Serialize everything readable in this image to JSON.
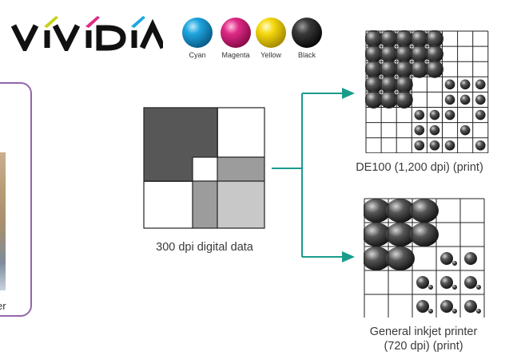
{
  "inks": [
    {
      "name": "Cyan",
      "color": "#1fa6de"
    },
    {
      "name": "Magenta",
      "color": "#e02a86"
    },
    {
      "name": "Yellow",
      "color": "#f6d90e"
    },
    {
      "name": "Black",
      "color": "#2a2a2a"
    }
  ],
  "logo": {
    "text": "VIVIDIA"
  },
  "left_panel": {
    "text_fragment": "er"
  },
  "source": {
    "caption": "300 dpi digital data"
  },
  "outputs": [
    {
      "caption": "DE100 (1,200 dpi) (print)"
    },
    {
      "caption_line1": "General inkjet printer",
      "caption_line2": "(720 dpi) (print)"
    }
  ],
  "colors": {
    "arrow": "#1a9c8c",
    "purple_border": "#9266ac"
  }
}
